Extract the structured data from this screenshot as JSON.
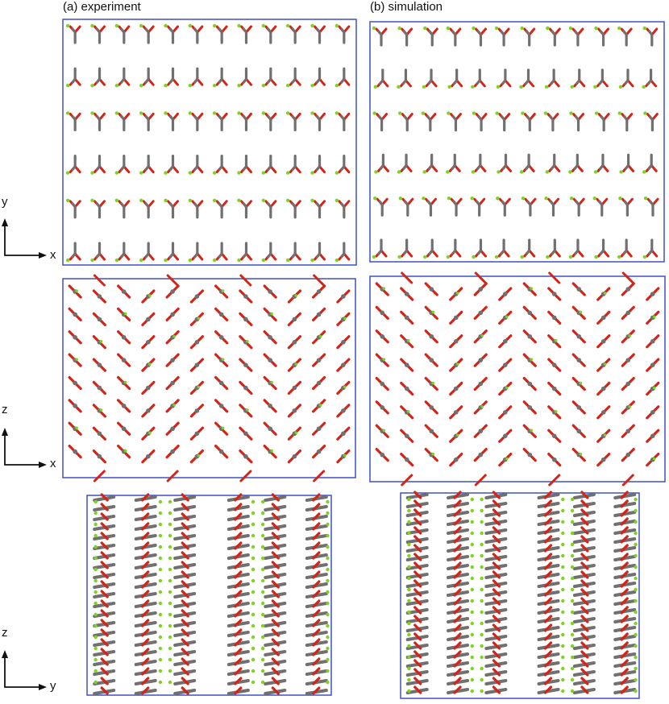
{
  "panels": {
    "experiment": {
      "label": "(a) experiment"
    },
    "simulation": {
      "label": "(b) simulation"
    }
  },
  "axes": {
    "xy": {
      "vertical": "y",
      "horizontal": "x"
    },
    "zx": {
      "vertical": "z",
      "horizontal": "x"
    },
    "zy": {
      "vertical": "z",
      "horizontal": "y"
    }
  },
  "colors": {
    "frame": "#3f51c9",
    "carbon": "#707070",
    "oxygen": "#d42418",
    "ion": "#7ed321",
    "text": "#111111"
  }
}
